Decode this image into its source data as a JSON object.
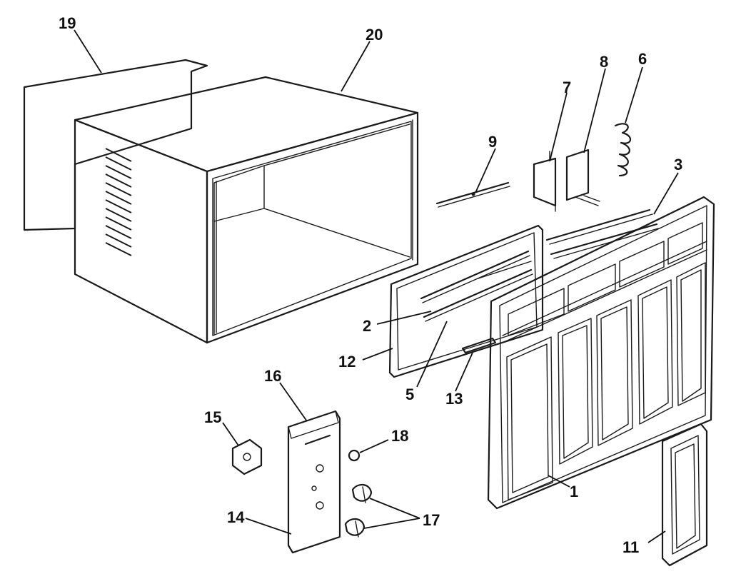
{
  "diagram": {
    "callouts": {
      "c1": "1",
      "c2": "2",
      "c3": "3",
      "c5": "5",
      "c6": "6",
      "c7": "7",
      "c8": "8",
      "c9": "9",
      "c11": "11",
      "c12": "12",
      "c13": "13",
      "c14": "14",
      "c15": "15",
      "c16": "16",
      "c17": "17",
      "c18": "18",
      "c19": "19",
      "c20": "20"
    }
  }
}
